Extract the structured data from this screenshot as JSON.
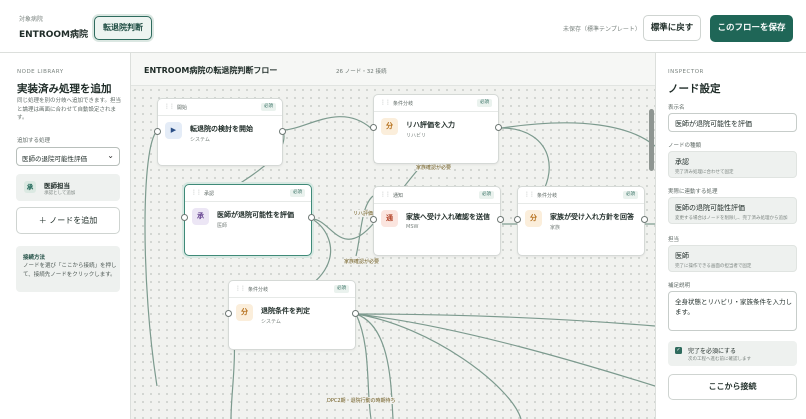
{
  "header": {
    "hospital_label": "対象病院",
    "hospital_name": "ENTROOM病院",
    "tab_label": "転退院判断",
    "saved_note": "未保存（標準テンプレート）",
    "reset_label": "標準に戻す",
    "save_label": "このフローを保存"
  },
  "library": {
    "section_label": "NODE LIBRARY",
    "title": "実装済み処理を追加",
    "description": "同じ処理を別の分岐へ追加できます。担当と論理は画面に合わせて自動設定されます。",
    "add_label": "追加する処理",
    "selected": "医師の退院可能性評価",
    "item_badge": "承",
    "item_title": "医師担当",
    "item_sub": "承認として追加",
    "add_button": "＋ ノードを追加",
    "connect_title": "接続方法",
    "connect_desc": "ノードを選び「ここから接続」を押して、接続先ノードをクリックします。"
  },
  "canvas": {
    "title": "ENTROOM病院の転退院判断フロー",
    "stats": "26 ノード・32 接続",
    "nodes": [
      {
        "type": "開始",
        "icon": "▶",
        "title": "転退院の検討を開始",
        "sub": "システム",
        "req": "必須"
      },
      {
        "type": "条件分岐",
        "icon": "分",
        "title": "リハ評価を入力",
        "sub": "リハビリ",
        "req": "必須"
      },
      {
        "type": "承認",
        "icon": "承",
        "title": "医師が退院可能性を評価",
        "sub": "医師",
        "req": "必須"
      },
      {
        "type": "通知",
        "icon": "通",
        "title": "家族へ受け入れ確認を送信",
        "sub": "MSW",
        "req": "必須"
      },
      {
        "type": "条件分岐",
        "icon": "分",
        "title": "家族が受け入れ方針を回答",
        "sub": "家族",
        "req": "必須"
      },
      {
        "type": "条件分岐",
        "icon": "分",
        "title": "退院条件を判定",
        "sub": "システム",
        "req": "必須"
      }
    ],
    "edge_labels": [
      "家族確認が必要",
      "リハ評価",
      "家族確認が必要",
      "DPC2期・退院行動の時期待ち"
    ]
  },
  "inspector": {
    "section_label": "INSPECTOR",
    "title": "ノード設定",
    "display_name_label": "表示名",
    "display_name": "医師が退院可能性を評価",
    "kind_label": "ノードの種類",
    "kind": "承認",
    "kind_sub": "完了済み処理に合わせて固定",
    "process_label": "実際に連動する処理",
    "process": "医師の退院可能性評価",
    "process_sub": "変更する場合はノードを削除し、完了済み処理から追加",
    "owner_label": "担当",
    "owner": "医師",
    "owner_sub": "完了に操作できる画面の担当者で固定",
    "desc_label": "補足説明",
    "desc": "全身状態とリハビリ・家族条件を入力します。",
    "required_label": "完了を必須にする",
    "required_sub": "次の工程へ進む前に確認します",
    "connect_button": "ここから接続"
  }
}
